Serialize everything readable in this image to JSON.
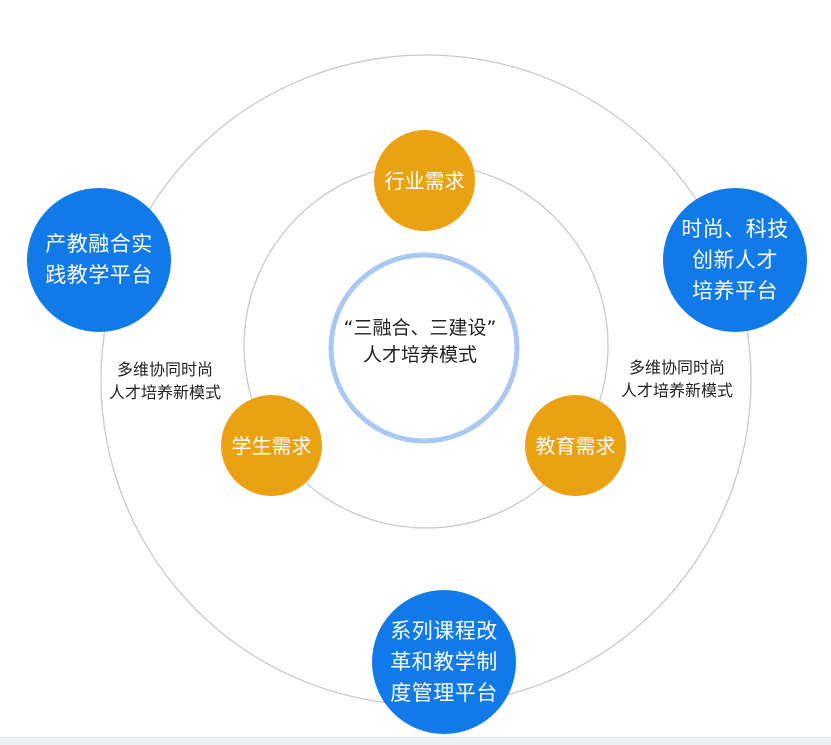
{
  "center": {
    "title": "“三融合、三建设”\n人才培养模式"
  },
  "needs": {
    "industry": "行业需求",
    "student": "学生需求",
    "education": "教育需求"
  },
  "platforms": {
    "practice": "产教融合实\n践教学平台",
    "innovation": "时尚、科技\n创新人才\n培养平台",
    "curriculum": "系列课程改\n革和教学制\n度管理平台"
  },
  "side_labels": {
    "left": "多维协同时尚\n人才培养新模式",
    "right": "多维协同时尚\n人才培养新模式"
  },
  "colors": {
    "need_fill": "#EBA212",
    "platform_fill": "#0F7AE8",
    "center_ring": "#A9C8F3",
    "orbit_line": "#C9C9C9"
  }
}
